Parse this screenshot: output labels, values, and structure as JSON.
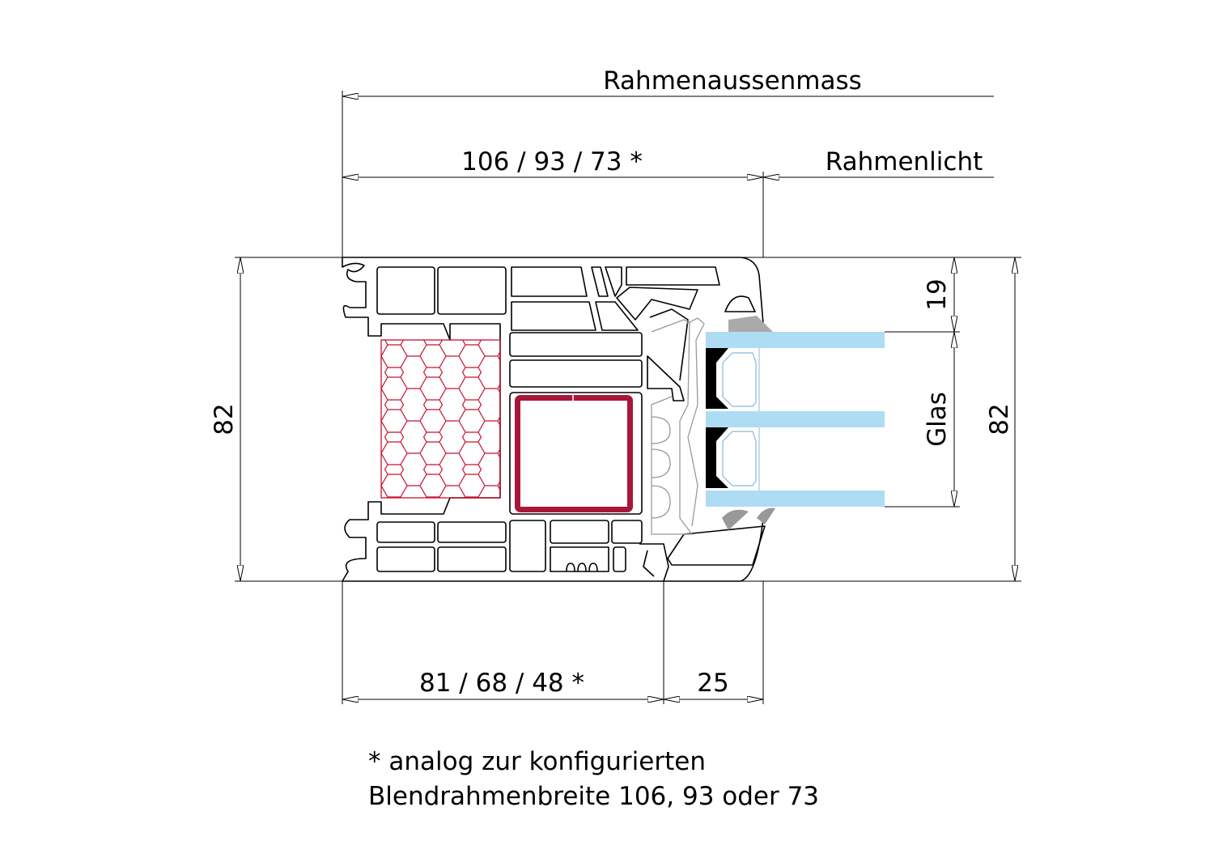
{
  "dimensions": {
    "outer_frame": "Rahmenaussenmass",
    "frame_width": "106 / 93 / 73 *",
    "frame_clear": "Rahmenlicht",
    "height_left": "82",
    "height_right": "82",
    "glass_rebate": "19",
    "glass": "Glas",
    "bottom_width": "81 / 68 / 48 *",
    "bottom_offset": "25"
  },
  "footnote": {
    "line1": "* analog zur konfigurierten",
    "line2": "Blendrahmenbreite 106, 93 oder 73"
  },
  "colors": {
    "insulation": "#c8102e",
    "steel": "#a8173a",
    "glass": "#aedcf3",
    "gasket": "#888888"
  }
}
